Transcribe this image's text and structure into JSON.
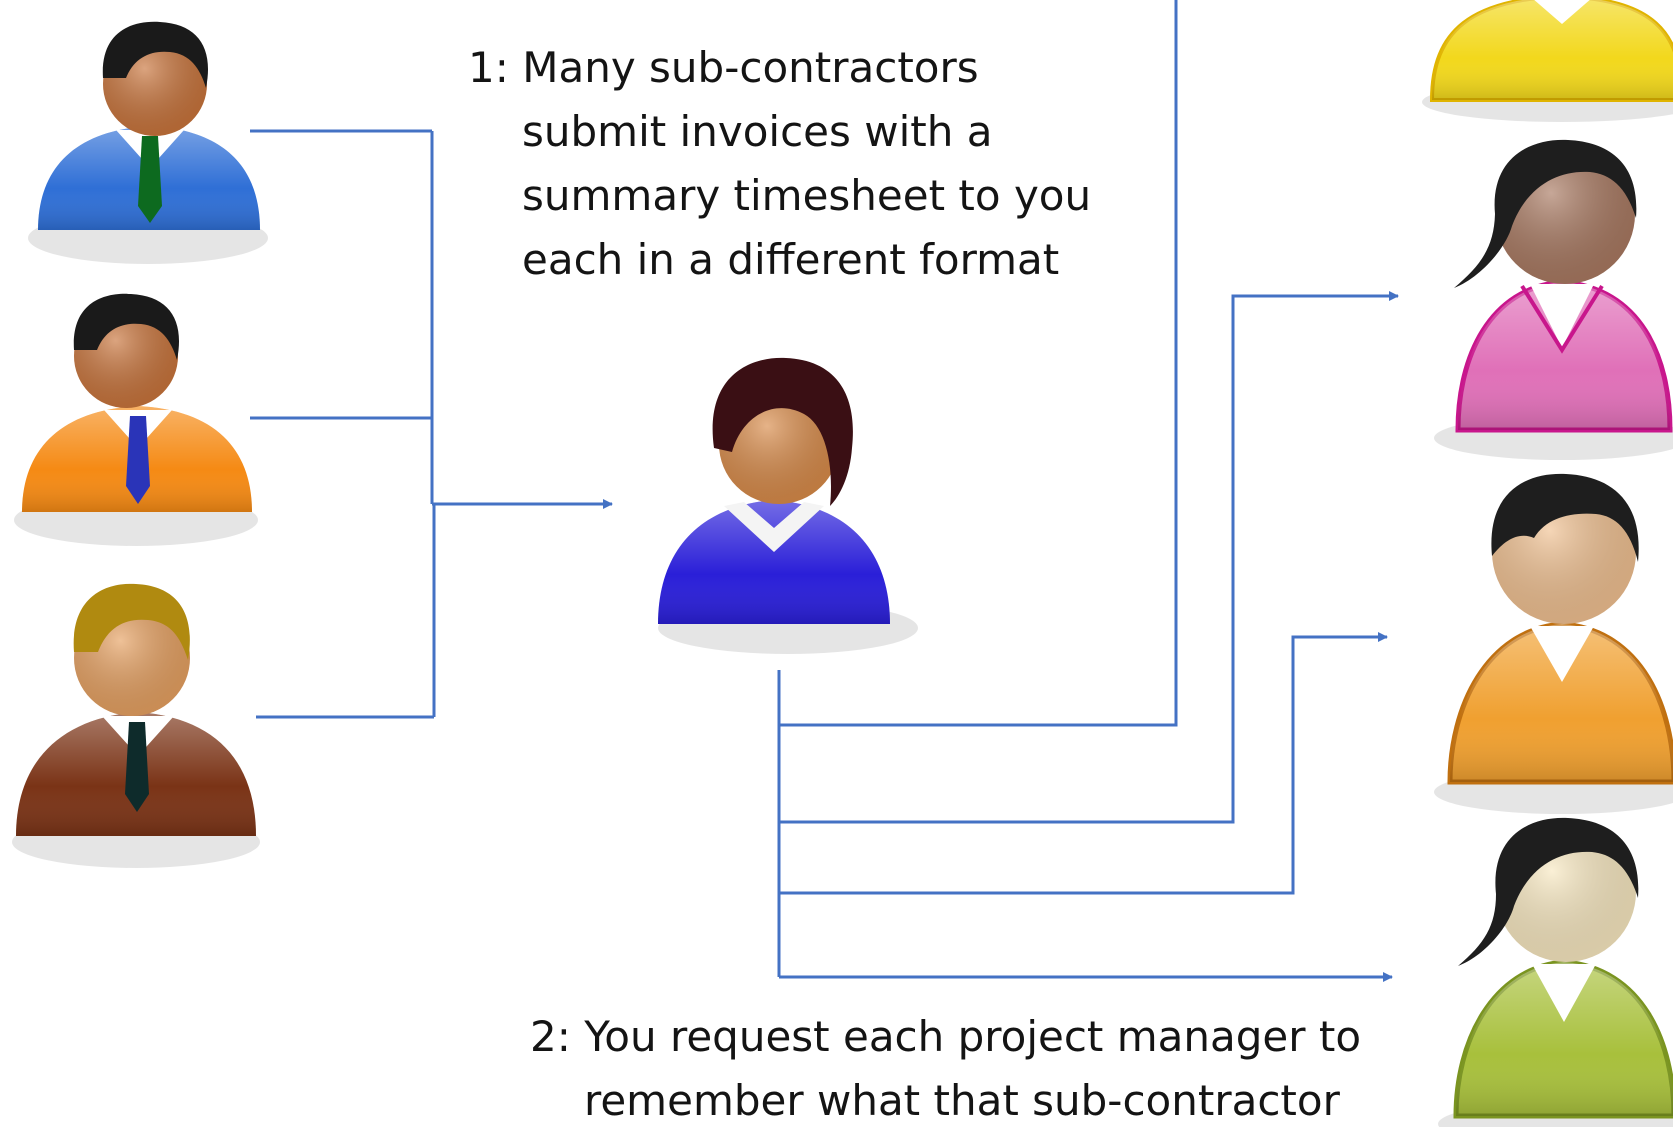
{
  "steps": [
    {
      "number": "1:",
      "lines": [
        "Many sub-contractors",
        "submit invoices with a",
        "summary timesheet to you",
        "each in a different format"
      ]
    },
    {
      "number": "2:",
      "lines": [
        "You request each project manager to",
        "remember what that sub-contractor"
      ]
    }
  ],
  "colors": {
    "connector": "#4472c4",
    "text": "#141414"
  },
  "people": {
    "sub_contractors": [
      {
        "icon": "businessman-blue-suit-icon",
        "suit": "#2f6fd6",
        "tie": "#0d6a1f",
        "hair": "#1a1a1a"
      },
      {
        "icon": "businessman-orange-suit-icon",
        "suit": "#f58a14",
        "tie": "#2a34b8",
        "hair": "#1a1a1a"
      },
      {
        "icon": "businessman-brown-suit-icon",
        "suit": "#7a3316",
        "tie": "#0e2b2b",
        "hair": "#b08a10"
      }
    ],
    "you": {
      "icon": "woman-purple-blouse-icon",
      "top": "#2a1fd8",
      "hair": "#3a0f14"
    },
    "project_managers": [
      {
        "icon": "person-yellow-shirt-icon",
        "shirt": "#f2d81c"
      },
      {
        "icon": "woman-pink-shirt-icon",
        "shirt": "#e070b8"
      },
      {
        "icon": "person-orange-shirt-icon",
        "shirt": "#f0a030"
      },
      {
        "icon": "woman-green-shirt-icon",
        "shirt": "#a8c03c"
      }
    ]
  }
}
